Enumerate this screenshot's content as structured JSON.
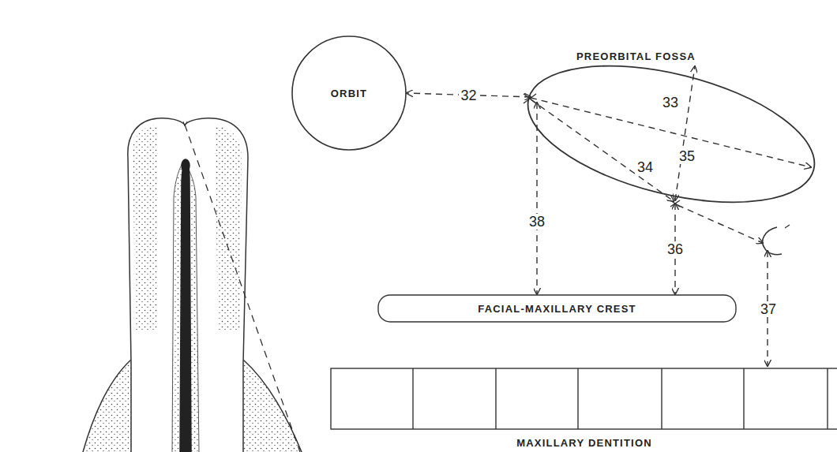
{
  "diagram": {
    "nodes": [
      {
        "text": [
          "ORBIT"
        ]
      },
      {
        "text": [
          "PREORBITAL FOSSA"
        ]
      },
      {
        "text": [
          "FACIAL-MAXILLARY CREST"
        ]
      },
      {
        "text": [
          "MAXILLARY DENTITION"
        ]
      }
    ],
    "edges": [
      {
        "from": 1,
        "to": 0,
        "arrow": "both",
        "label": "32"
      },
      {
        "from": 1,
        "to": 2,
        "arrow": "both",
        "label": "38"
      },
      {
        "from": 1,
        "to": 2,
        "arrow": "both",
        "label": "36"
      }
    ],
    "labels": [
      "33",
      "34",
      "35",
      "37"
    ]
  }
}
